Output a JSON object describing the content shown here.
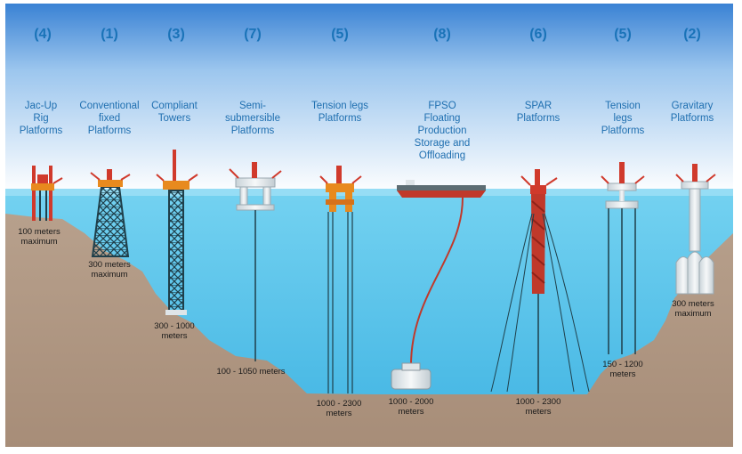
{
  "platforms": [
    {
      "number": "(4)",
      "name": "Jac-Up\nRig\nPlatforms",
      "depth": "100 meters\nmaximum"
    },
    {
      "number": "(1)",
      "name": "Conventional\nfixed\nPlatforms",
      "depth": "300 meters\nmaximum"
    },
    {
      "number": "(3)",
      "name": "Compliant\nTowers",
      "depth": "300 - 1000\nmeters"
    },
    {
      "number": "(7)",
      "name": "Semi-\nsubmersible\nPlatforms",
      "depth": "100 - 1050 meters"
    },
    {
      "number": "(5)",
      "name": "Tension legs\nPlatforms",
      "depth": "1000 - 2300\nmeters"
    },
    {
      "number": "(8)",
      "name": "FPSO\nFloating\nProduction\nStorage and\nOffloading",
      "depth": "1000 - 2000\nmeters"
    },
    {
      "number": "(6)",
      "name": "SPAR\nPlatforms",
      "depth": "1000 - 2300\nmeters"
    },
    {
      "number": "(5)",
      "name": "Tension\nlegs\nPlatforms",
      "depth": "150 - 1200\nmeters"
    },
    {
      "number": "(2)",
      "name": "Gravitary\nPlatforms",
      "depth": "300 meters\nmaximum"
    }
  ],
  "colors": {
    "sky_top": "#3f86d6",
    "sky_bottom": "#ffffff",
    "water": "#5fc4ea",
    "seabed": "#b39985",
    "structure_red": "#d03a2c",
    "structure_orange": "#e88a1e",
    "structure_dark": "#1f3f4a",
    "structure_white": "#e8eef1",
    "label_blue": "#1a73b8"
  }
}
